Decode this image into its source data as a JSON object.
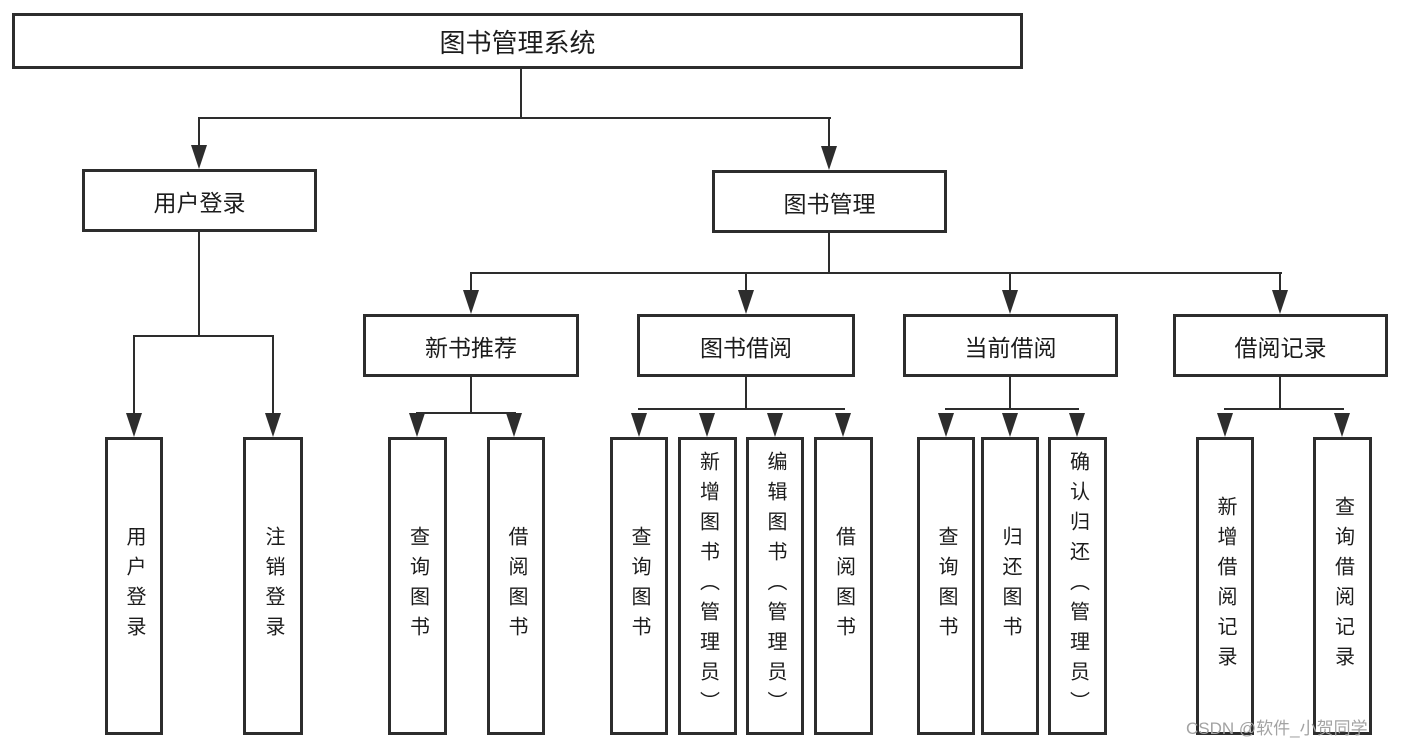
{
  "diagram": {
    "type": "tree",
    "root": {
      "label": "图书管理系统",
      "children": [
        {
          "label": "用户登录",
          "children": [
            {
              "label": "用户登录"
            },
            {
              "label": "注销登录"
            }
          ]
        },
        {
          "label": "图书管理",
          "children": [
            {
              "label": "新书推荐",
              "children": [
                {
                  "label": "查询图书"
                },
                {
                  "label": "借阅图书"
                }
              ]
            },
            {
              "label": "图书借阅",
              "children": [
                {
                  "label": "查询图书"
                },
                {
                  "label": "新增图书（管理员）"
                },
                {
                  "label": "编辑图书（管理员）"
                },
                {
                  "label": "借阅图书"
                }
              ]
            },
            {
              "label": "当前借阅",
              "children": [
                {
                  "label": "查询图书"
                },
                {
                  "label": "归还图书"
                },
                {
                  "label": "确认归还（管理员）"
                }
              ]
            },
            {
              "label": "借阅记录",
              "children": [
                {
                  "label": "新增借阅记录"
                },
                {
                  "label": "查询借阅记录"
                }
              ]
            }
          ]
        }
      ]
    }
  },
  "colors": {
    "box_border": "#2d2d2d",
    "connector": "#2d2d2d",
    "text": "#1c1c1c",
    "watermark": "#a3a3a3",
    "background": "#ffffff"
  },
  "watermark": {
    "text": "CSDN @软件_小贺同学"
  }
}
